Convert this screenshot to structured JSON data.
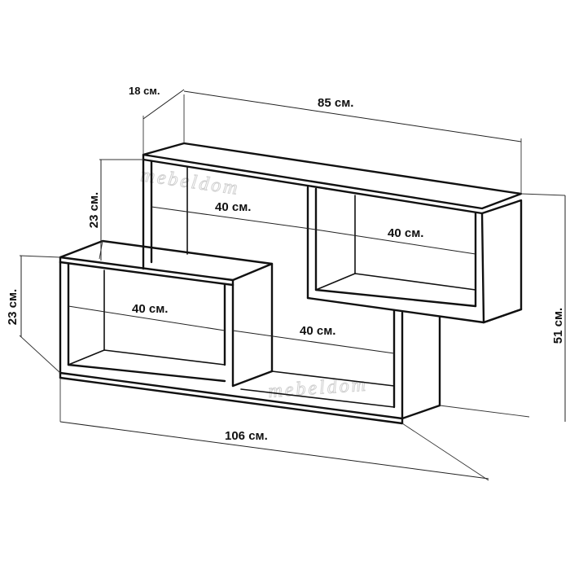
{
  "diagram": {
    "dimensions": {
      "depth": "18 см.",
      "top_width": "85 см.",
      "total_width": "106 см.",
      "total_height": "51 см.",
      "upper_left_height": "23 см.",
      "lower_left_height": "23 см.",
      "upper_left_width": "40 см.",
      "upper_right_width": "40 см.",
      "lower_left_width": "40 см.",
      "lower_right_width": "40 см."
    },
    "watermarks": [
      "mebeldom",
      "mebeldom"
    ],
    "colors": {
      "line": "#111111",
      "background": "#ffffff",
      "watermark": "#d0d0d0"
    }
  }
}
